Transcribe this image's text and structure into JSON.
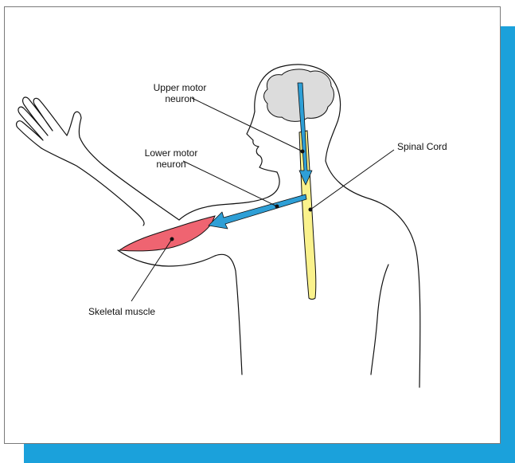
{
  "colors": {
    "backdrop": "#1ba1db",
    "brain": "#dcdcdc",
    "spinal_cord": "#faf28c",
    "muscle": "#ef6471",
    "neuron_arrow": "#2e9fd6",
    "outline": "#111111"
  },
  "icons": [
    "brain-icon",
    "spinal-cord-icon",
    "skeletal-muscle-icon",
    "upper-motor-neuron-arrow-icon",
    "lower-motor-neuron-arrow-icon"
  ],
  "labels": {
    "upper_motor_neuron": {
      "line1": "Upper motor",
      "line2": "neuron"
    },
    "lower_motor_neuron": {
      "line1": "Lower motor",
      "line2": "neuron"
    },
    "spinal_cord": "Spinal Cord",
    "skeletal_muscle": "Skeletal muscle"
  }
}
